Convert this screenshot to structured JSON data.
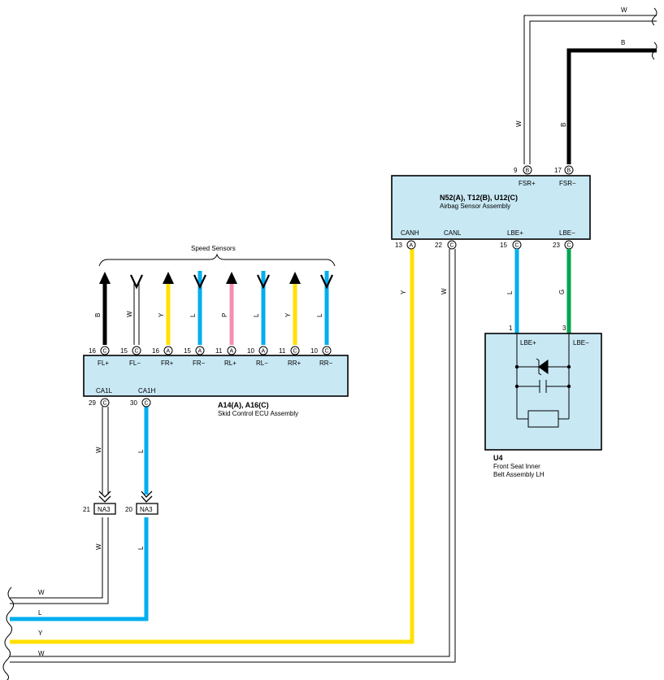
{
  "colors": {
    "B": "#000000",
    "W": "#ffffff",
    "Y": "#ffe000",
    "L": "#00aeef",
    "P": "#f48fb1",
    "G": "#00a651",
    "box": "#c8e8f4"
  },
  "skid_ecu": {
    "id": "A14(A), A16(C)",
    "name": "Skid Control ECU Assembly",
    "group_label": "Speed Sensors",
    "top_pins": [
      {
        "num": "16",
        "conn": "C",
        "name": "FL+",
        "wire": "B",
        "dir": "up"
      },
      {
        "num": "15",
        "conn": "C",
        "name": "FL−",
        "wire": "W",
        "dir": "down"
      },
      {
        "num": "16",
        "conn": "A",
        "name": "FR+",
        "wire": "Y",
        "dir": "up"
      },
      {
        "num": "15",
        "conn": "A",
        "name": "FR−",
        "wire": "L",
        "dir": "down"
      },
      {
        "num": "11",
        "conn": "A",
        "name": "RL+",
        "wire": "P",
        "dir": "up"
      },
      {
        "num": "10",
        "conn": "A",
        "name": "RL−",
        "wire": "L",
        "dir": "down"
      },
      {
        "num": "11",
        "conn": "C",
        "name": "RR+",
        "wire": "Y",
        "dir": "up"
      },
      {
        "num": "10",
        "conn": "C",
        "name": "RR−",
        "wire": "L",
        "dir": "down"
      }
    ],
    "bottom_pins": [
      {
        "num": "29",
        "conn": "C",
        "name": "CA1L",
        "wire": "W"
      },
      {
        "num": "30",
        "conn": "C",
        "name": "CA1H",
        "wire": "L"
      }
    ]
  },
  "junctions": [
    {
      "num": "21",
      "name": "NA3",
      "wire": "W"
    },
    {
      "num": "20",
      "name": "NA3",
      "wire": "L"
    }
  ],
  "airbag": {
    "id": "N52(A), T12(B), U12(C)",
    "name": "Airbag Sensor Assembly",
    "top_pins": [
      {
        "num": "9",
        "conn": "B",
        "name": "FSR+",
        "wire": "W"
      },
      {
        "num": "17",
        "conn": "B",
        "name": "FSR−",
        "wire": "B"
      }
    ],
    "bottom_pins": [
      {
        "num": "13",
        "conn": "A",
        "name": "CANH",
        "wire": "Y"
      },
      {
        "num": "22",
        "conn": "C",
        "name": "CANL",
        "wire": "W"
      },
      {
        "num": "15",
        "conn": "C",
        "name": "LBE+",
        "wire": "L"
      },
      {
        "num": "23",
        "conn": "C",
        "name": "LBE−",
        "wire": "G"
      }
    ]
  },
  "belt": {
    "id": "U4",
    "name_line1": "Front Seat Inner",
    "name_line2": "Belt Assembly LH",
    "pins": [
      {
        "num": "1",
        "name": "LBE+"
      },
      {
        "num": "3",
        "name": "LBE−"
      }
    ]
  },
  "left_bus_labels": [
    "W",
    "L",
    "Y",
    "W"
  ],
  "top_right_labels": [
    "W",
    "B"
  ]
}
